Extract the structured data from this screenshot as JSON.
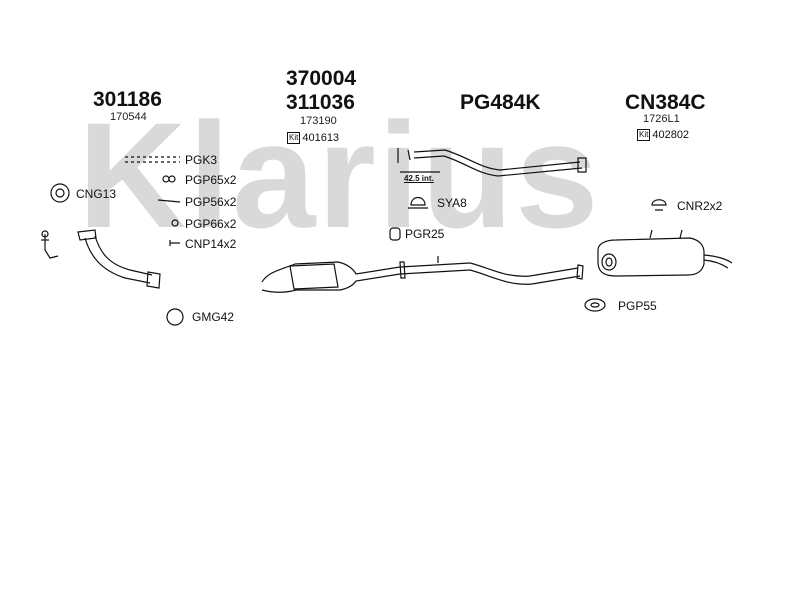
{
  "watermark": "Klarius",
  "parts": {
    "front_pipe": {
      "number": "301186",
      "sub": "170544"
    },
    "catalyst": {
      "number_a": "370004",
      "number_b": "311036",
      "sub": "173190",
      "kit_label": "Kit",
      "kit_code": "401613"
    },
    "centre_pipe": {
      "number": "PG484K",
      "dimension": "42.5 int."
    },
    "rear_box": {
      "number": "CN384C",
      "sub": "1726L1",
      "kit_label": "Kit",
      "kit_code": "402802"
    }
  },
  "accessories": {
    "pgk3": "PGK3",
    "pgp65": "PGP65x2",
    "pgp56": "PGP56x2",
    "pgp66": "PGP66x2",
    "cnp14": "CNP14x2",
    "cng13": "CNG13",
    "gmg42": "GMG42",
    "sya8": "SYA8",
    "pgr25": "PGR25",
    "cnr2": "CNR2x2",
    "pgp55": "PGP55"
  }
}
